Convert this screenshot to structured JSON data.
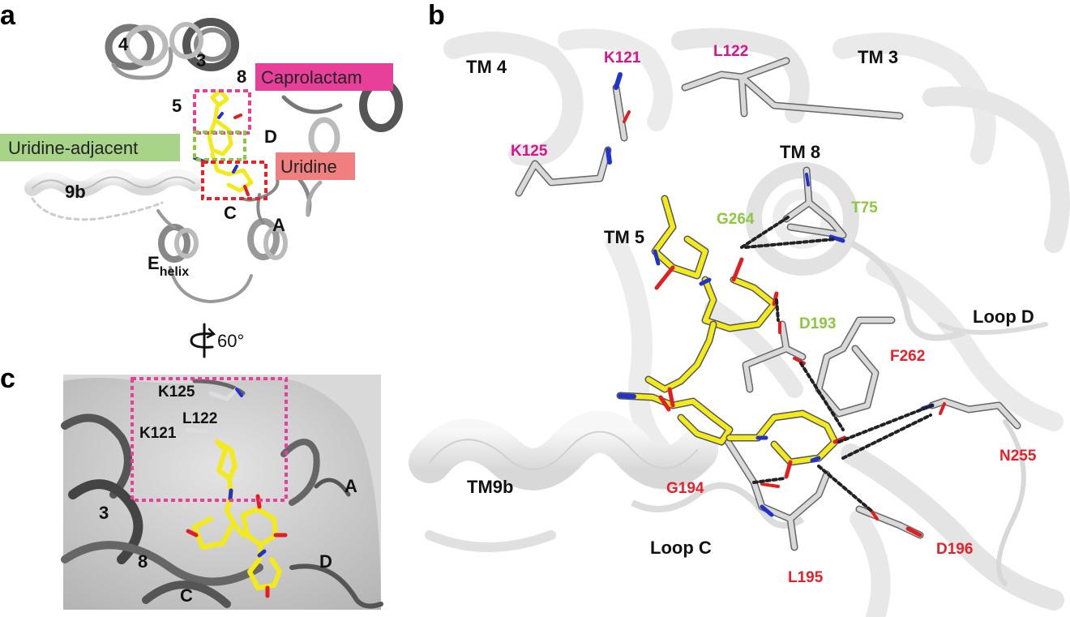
{
  "panels": {
    "a": {
      "letter": "a",
      "helix_labels": [
        "4",
        "3",
        "8",
        "5",
        "D",
        "9b",
        "C",
        "A"
      ],
      "e_helix_main": "E",
      "e_helix_sub": "helix",
      "site_boxes": [
        {
          "label": "Caprolactam",
          "color": "#e8409a"
        },
        {
          "label": "Uridine-adjacent",
          "color": "#a8d48a"
        },
        {
          "label": "Uridine",
          "color": "#f08080"
        }
      ],
      "rotation": "60°"
    },
    "b": {
      "letter": "b",
      "region_labels": [
        "TM 4",
        "TM 3",
        "TM 8",
        "TM 5",
        "Loop D",
        "TM9b",
        "Loop C"
      ],
      "caprolactam_residues": [
        "K121",
        "L122",
        "K125"
      ],
      "uridine_adjacent_residues": [
        "G264",
        "T75",
        "D193"
      ],
      "uridine_residues": [
        "F262",
        "N255",
        "G194",
        "L195",
        "D196"
      ]
    },
    "c": {
      "letter": "c",
      "residue_labels": [
        "K125",
        "L122",
        "K121"
      ],
      "helix_labels": [
        "3",
        "8",
        "C",
        "A",
        "D"
      ]
    }
  },
  "colors": {
    "ligand": "#f2ea1d",
    "nitrogen": "#2233cc",
    "oxygen": "#e02020",
    "protein": "#c8c8c8",
    "caprolactam": "#d6148c",
    "uridine_adjacent": "#8dc63f",
    "uridine": "#e8202a"
  }
}
